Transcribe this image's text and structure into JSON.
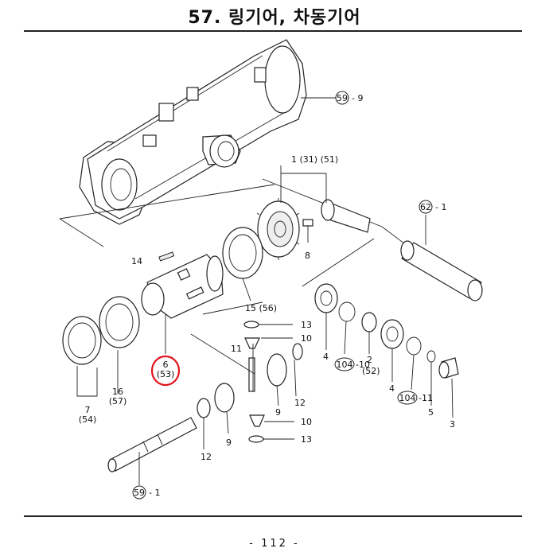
{
  "page": {
    "title": "57. 링기어, 차동기어",
    "page_number": "- 112 -"
  },
  "callouts": [
    {
      "id": "c59_9",
      "ref": "59",
      "suffix": "- 9"
    },
    {
      "id": "c1",
      "text": "1 (31) (51)"
    },
    {
      "id": "c62_1",
      "ref": "62",
      "suffix": "- 1"
    },
    {
      "id": "c8",
      "text": "8"
    },
    {
      "id": "c14",
      "text": "14"
    },
    {
      "id": "c15",
      "text": "15 (56)"
    },
    {
      "id": "c13a",
      "text": "13"
    },
    {
      "id": "c10a",
      "text": "10"
    },
    {
      "id": "c4a",
      "text": "4"
    },
    {
      "id": "c104_10",
      "ref": "104",
      "suffix": "-10"
    },
    {
      "id": "c2",
      "text": "2",
      "sub": "(52)"
    },
    {
      "id": "c4b",
      "text": "4"
    },
    {
      "id": "c104_11",
      "ref": "104",
      "suffix": "-11"
    },
    {
      "id": "c5",
      "text": "5"
    },
    {
      "id": "c3",
      "text": "3"
    },
    {
      "id": "c11",
      "text": "11"
    },
    {
      "id": "c12a",
      "text": "12"
    },
    {
      "id": "c9a",
      "text": "9"
    },
    {
      "id": "c6",
      "text": "6",
      "sub": "(53)"
    },
    {
      "id": "c16",
      "text": "16",
      "sub": "(57)"
    },
    {
      "id": "c7",
      "text": "7",
      "sub": "(54)"
    },
    {
      "id": "c10b",
      "text": "10"
    },
    {
      "id": "c13b",
      "text": "13"
    },
    {
      "id": "c12b",
      "text": "12"
    },
    {
      "id": "c9b",
      "text": "9"
    },
    {
      "id": "c59_1",
      "ref": "59",
      "suffix": "- 1"
    }
  ],
  "highlight": {
    "target": "6 (53)",
    "color": "#e0141e"
  }
}
